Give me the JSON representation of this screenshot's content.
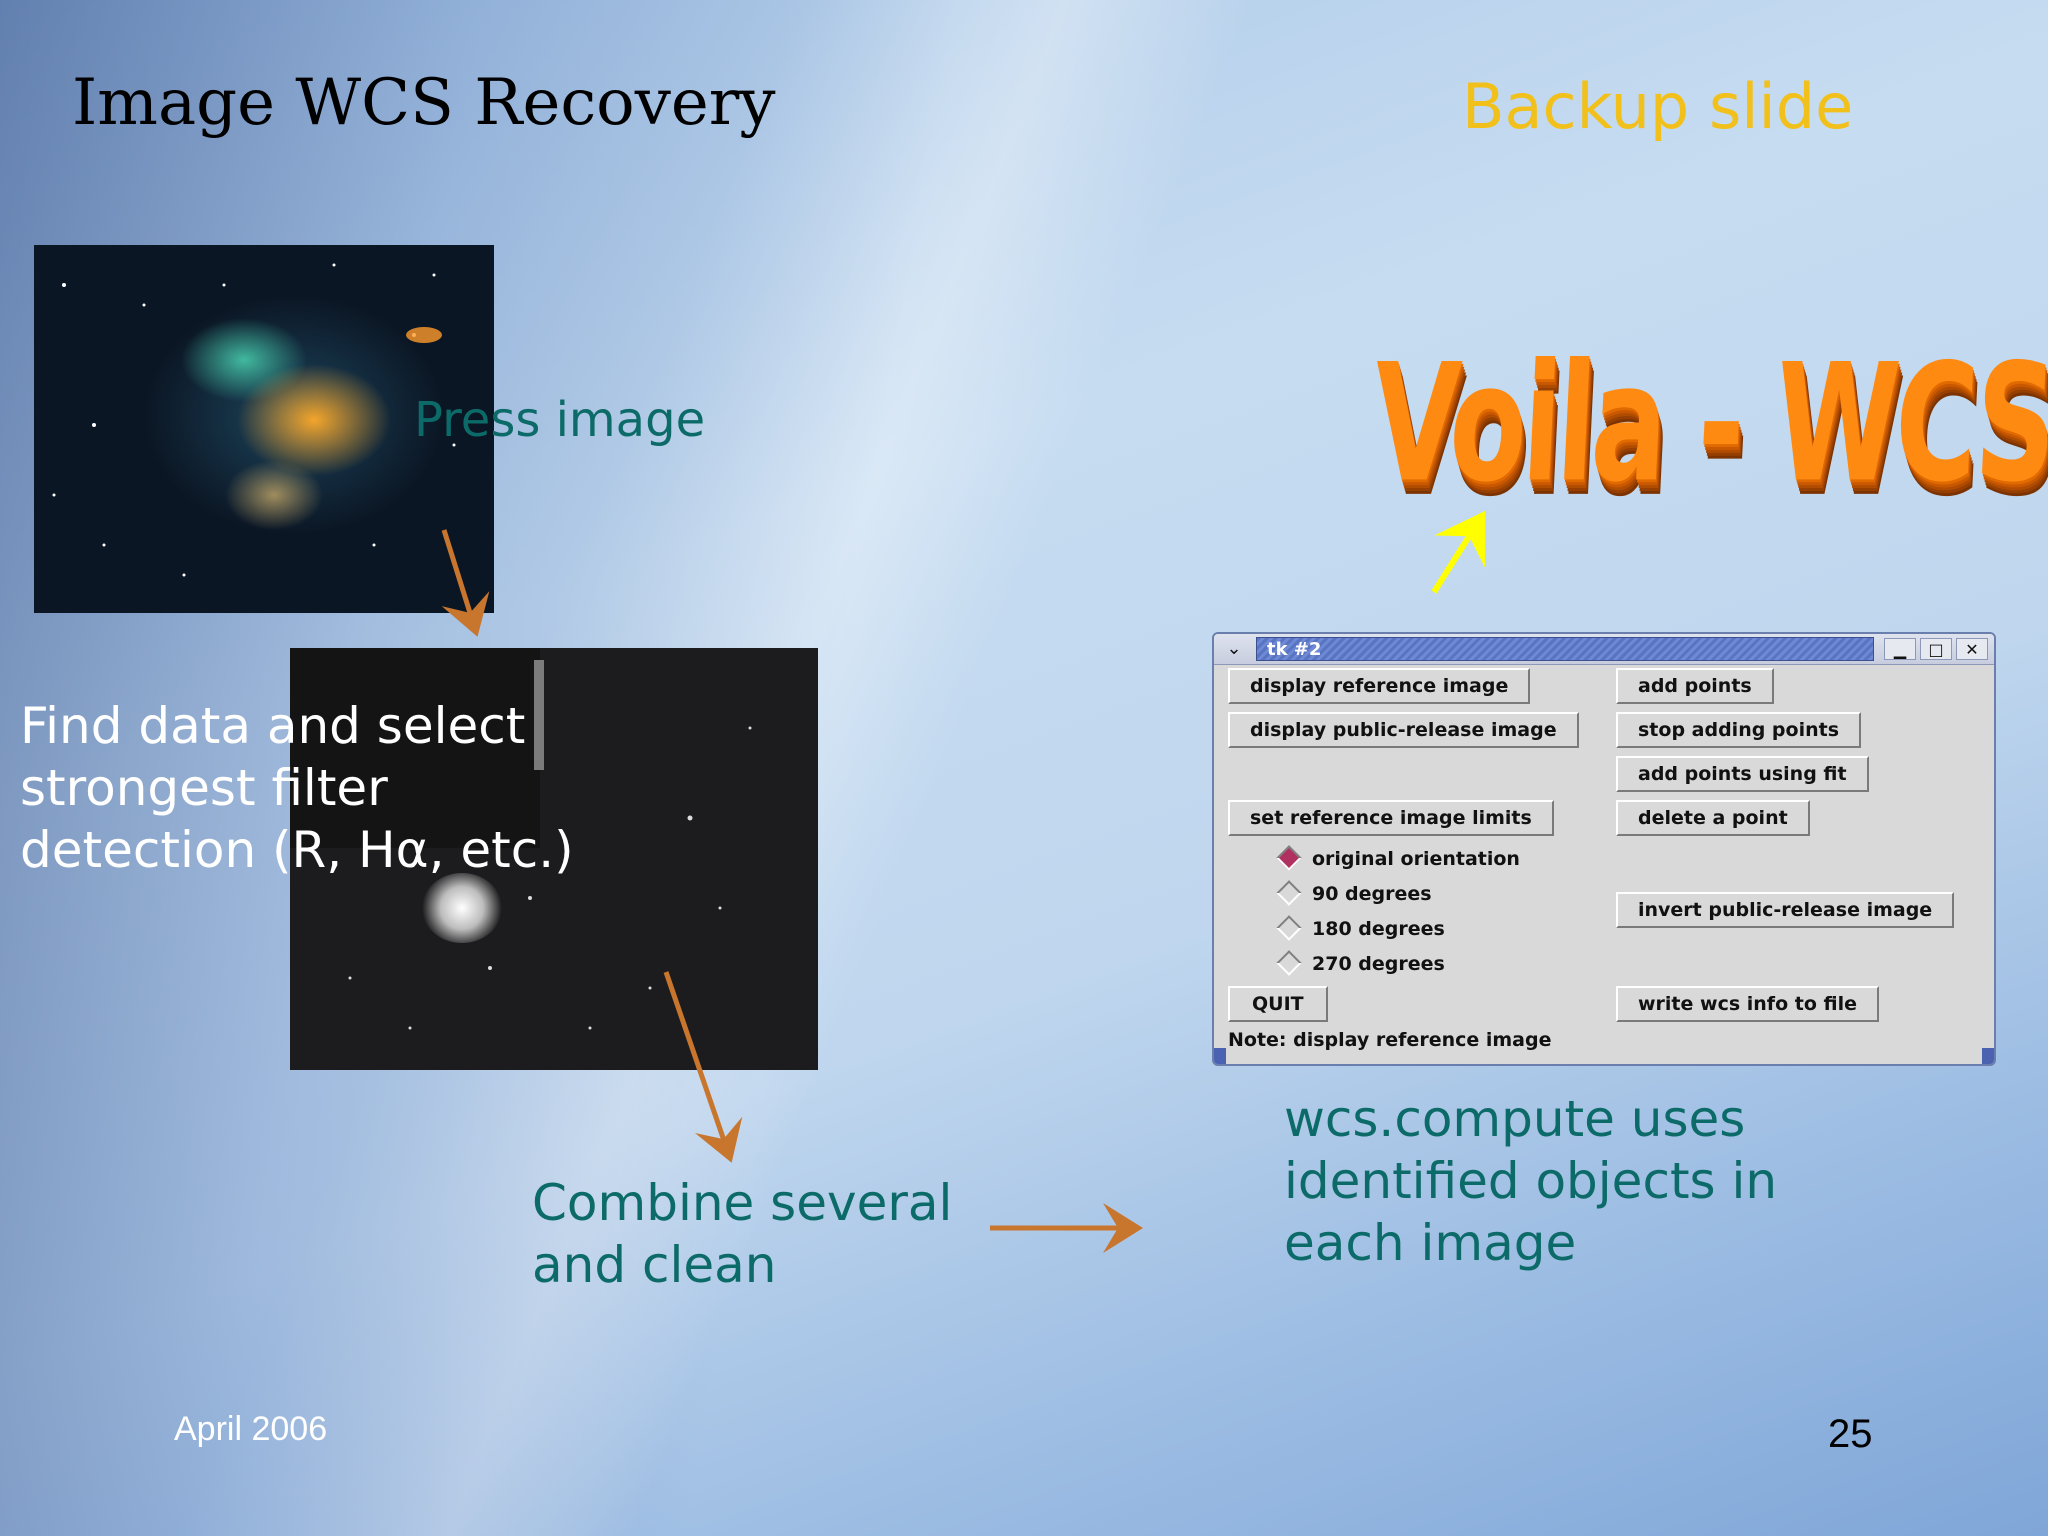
{
  "slide": {
    "title": "Image WCS Recovery",
    "subtitle": "Backup slide",
    "footer_date": "April 2006",
    "page_number": "25"
  },
  "labels": {
    "press_image": "Press image",
    "find_line1": "Find data and select",
    "find_line2": "strongest filter",
    "find_line3": "detection (R, Hα, etc.)",
    "combine_line1": "Combine several",
    "combine_line2": "and clean",
    "wcs_line1": "wcs.compute uses",
    "wcs_line2": "identified objects in",
    "wcs_line3": "each image",
    "voila": "Voila - WCS!"
  },
  "colors": {
    "title": "#000000",
    "backup": "#f2c01b",
    "teal_text": "#0c6b68",
    "white_text": "#ffffff",
    "arrow_orange": "#c8752d",
    "arrow_yellow": "#ffff00",
    "voila_orange": "#ff8a12"
  },
  "tk_window": {
    "menu_icon": "chevron-down-icon",
    "title": "tk #2",
    "controls": {
      "minimize": "▁",
      "maximize": "□",
      "close": "✕"
    },
    "buttons": {
      "display_reference": "display reference image",
      "display_public": "display public-release image",
      "set_limits": "set reference image limits",
      "quit": "QUIT",
      "add_points": "add points",
      "stop_adding": "stop adding points",
      "add_points_fit": "add points using fit",
      "delete_point": "delete a point",
      "invert_public": "invert public-release image",
      "write_wcs": "write wcs info to file"
    },
    "radios": [
      {
        "label": "original orientation",
        "selected": true
      },
      {
        "label": "90 degrees",
        "selected": false
      },
      {
        "label": "180 degrees",
        "selected": false
      },
      {
        "label": "270 degrees",
        "selected": false
      }
    ],
    "note": "Note:  display reference image"
  }
}
